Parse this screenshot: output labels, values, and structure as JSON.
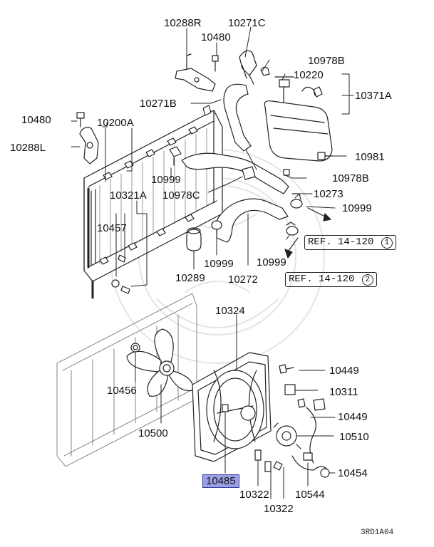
{
  "diagram": {
    "code": "3RD1A04",
    "selected_part": "10485",
    "parts": {
      "p10288R": "10288R",
      "p10271C": "10271C",
      "p10480a": "10480",
      "p10978Ba": "10978B",
      "p10220": "10220",
      "p10371A": "10371A",
      "p10271B": "10271B",
      "p10480b": "10480",
      "p10200A": "10200A",
      "p10288L": "10288L",
      "p10981": "10981",
      "p10999a": "10999",
      "p10978Bb": "10978B",
      "p10321A": "10321A",
      "p10978C": "10978C",
      "p10273": "10273",
      "p10999b": "10999",
      "p10457": "10457",
      "p10289": "10289",
      "p10999c": "10999",
      "p10272": "10272",
      "p10999d": "10999",
      "p10324": "10324",
      "p10449a": "10449",
      "p10456": "10456",
      "p10311": "10311",
      "p10449b": "10449",
      "p10500": "10500",
      "p10510": "10510",
      "p10485": "10485",
      "p10454": "10454",
      "p10322a": "10322",
      "p10544": "10544",
      "p10322b": "10322"
    },
    "refs": [
      {
        "text": "REF. 14-120",
        "num": "1"
      },
      {
        "text": "REF. 14-120",
        "num": "2"
      }
    ]
  }
}
